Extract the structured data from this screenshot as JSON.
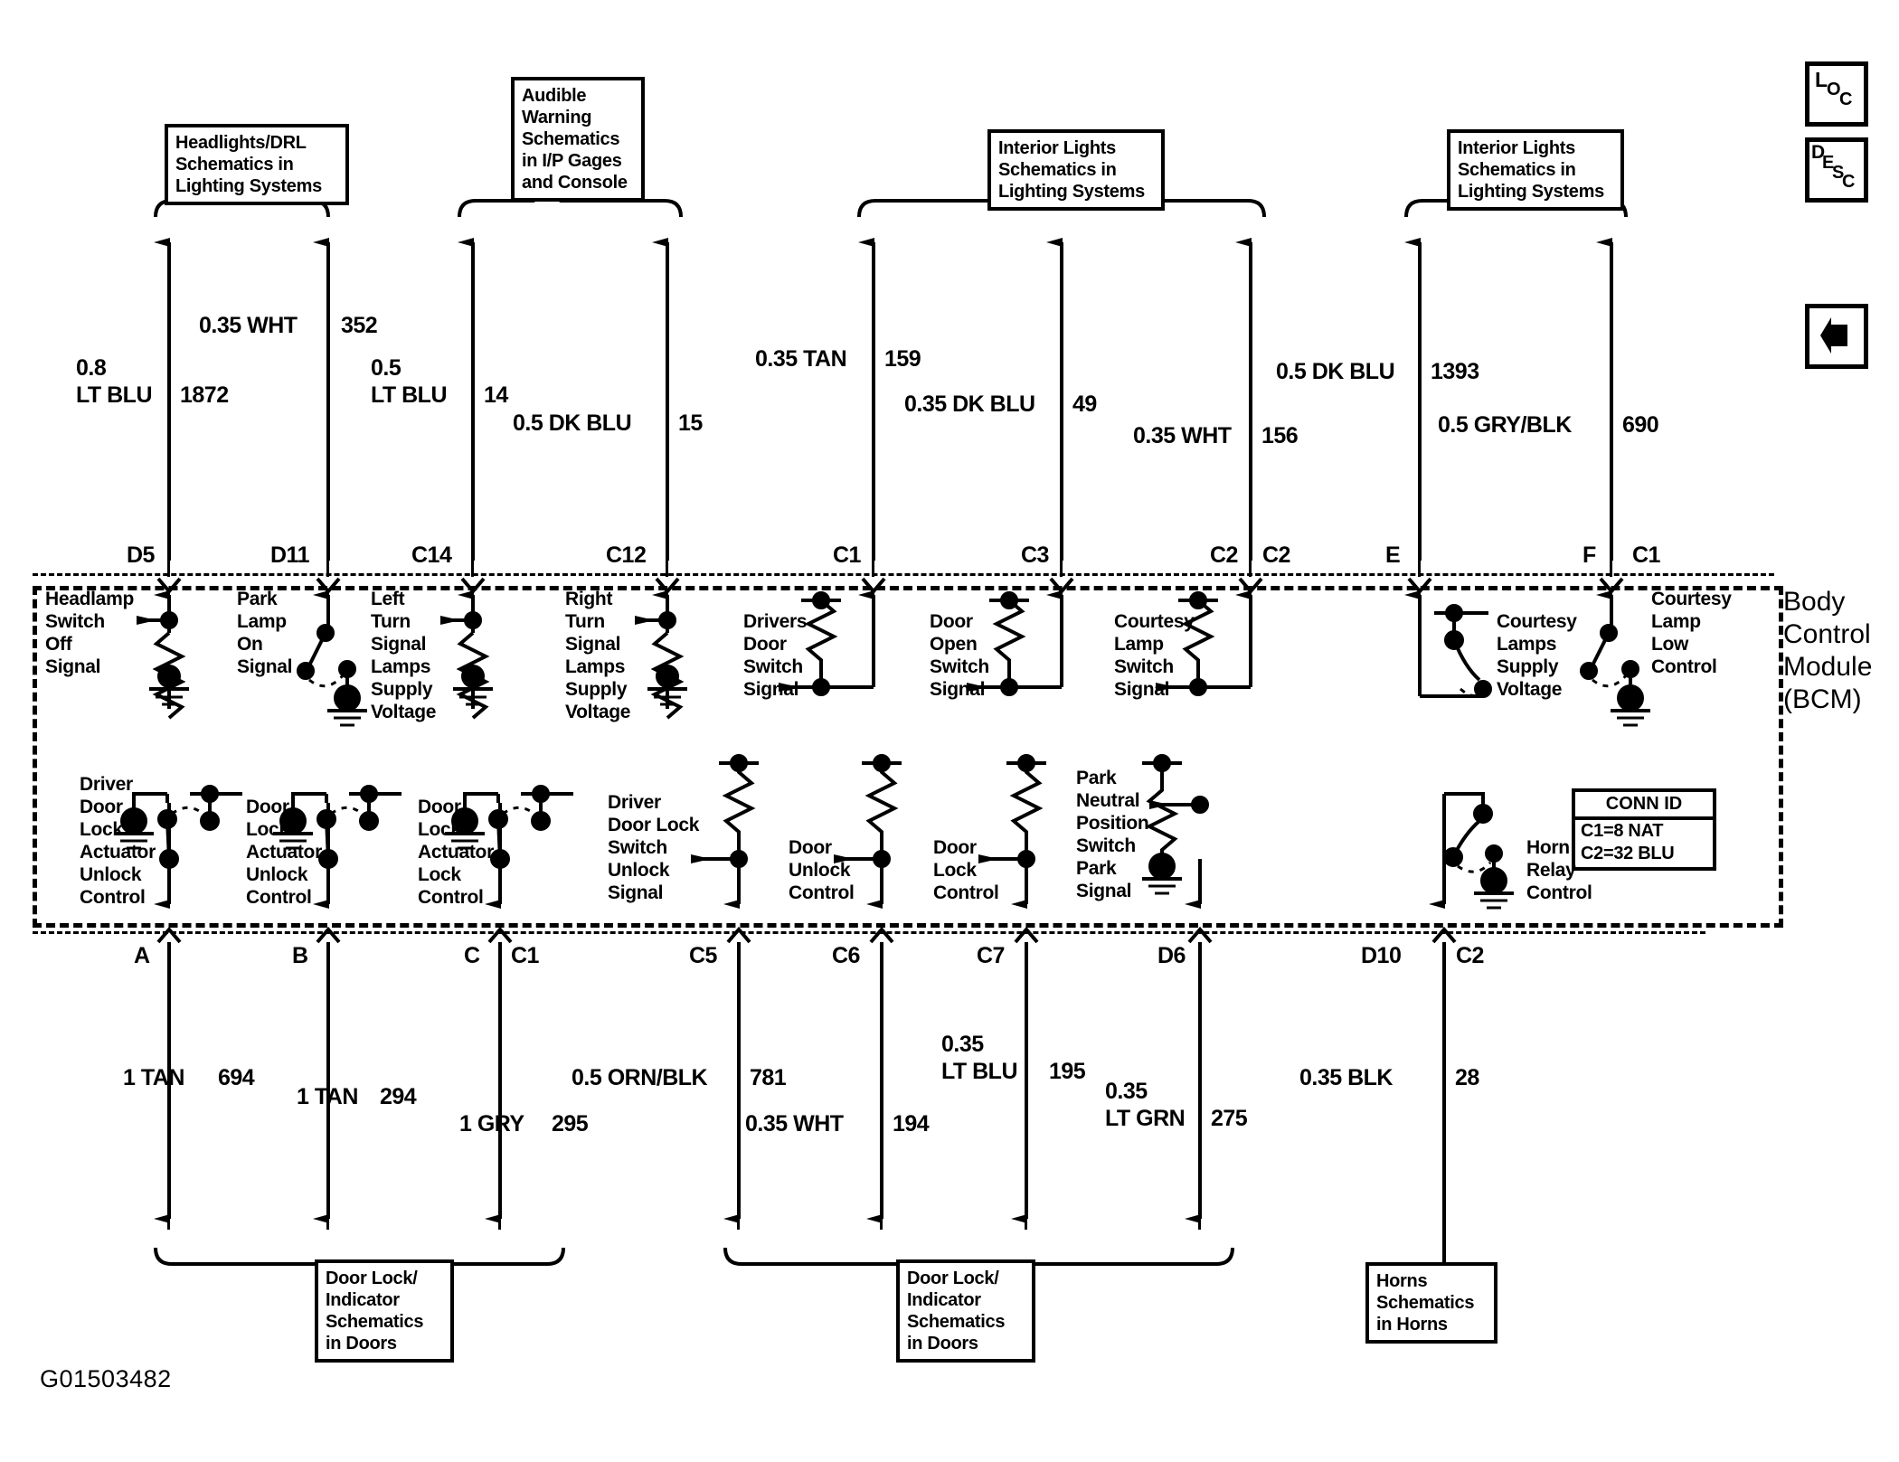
{
  "drawing": {
    "id": "G01503482",
    "module_label": "Body\nControl\nModule\n(BCM)"
  },
  "corner_buttons": [
    {
      "name": "loc-button",
      "label": "LOC",
      "letters": [
        "L",
        "O",
        "C"
      ]
    },
    {
      "name": "desc-button",
      "label": "DESC",
      "letters": [
        "D",
        "E",
        "S",
        "C"
      ]
    },
    {
      "name": "back-button",
      "label": "back-arrow",
      "letters": []
    }
  ],
  "conn_id": {
    "title": "CONN ID",
    "rows": [
      "C1=8 NAT",
      "C2=32 BLU"
    ]
  },
  "top_reference_boxes": [
    {
      "name": "headlights-drl-ref",
      "text": "Headlights/DRL\nSchematics in\nLighting Systems"
    },
    {
      "name": "audible-warning-ref",
      "text": "Audible\nWarning\nSchematics\nin I/P Gages\nand Console"
    },
    {
      "name": "interior-lights-ref-1",
      "text": "Interior Lights\nSchematics in\nLighting Systems"
    },
    {
      "name": "interior-lights-ref-2",
      "text": "Interior Lights\nSchematics in\nLighting Systems"
    }
  ],
  "bottom_reference_boxes": [
    {
      "name": "door-lock-indicator-ref-1",
      "text": "Door Lock/\nIndicator\nSchematics\nin Doors"
    },
    {
      "name": "door-lock-indicator-ref-2",
      "text": "Door Lock/\nIndicator\nSchematics\nin Doors"
    },
    {
      "name": "horns-ref",
      "text": "Horns\nSchematics\nin Horns"
    }
  ],
  "top_wires": [
    {
      "gauge_color": "0.8\nLT BLU",
      "circuit": "1872"
    },
    {
      "gauge_color": "0.35 WHT",
      "circuit": "352"
    },
    {
      "gauge_color": "0.5\nLT BLU",
      "circuit": "14"
    },
    {
      "gauge_color": "0.5 DK BLU",
      "circuit": "15"
    },
    {
      "gauge_color": "0.35 TAN",
      "circuit": "159"
    },
    {
      "gauge_color": "0.35 DK BLU",
      "circuit": "49"
    },
    {
      "gauge_color": "0.35 WHT",
      "circuit": "156"
    },
    {
      "gauge_color": "0.5 DK BLU",
      "circuit": "1393"
    },
    {
      "gauge_color": "0.5 GRY/BLK",
      "circuit": "690"
    }
  ],
  "bottom_wires": [
    {
      "gauge_color": "1 TAN",
      "circuit": "694"
    },
    {
      "gauge_color": "1 TAN",
      "circuit": "294"
    },
    {
      "gauge_color": "1 GRY",
      "circuit": "295"
    },
    {
      "gauge_color": "0.5 ORN/BLK",
      "circuit": "781"
    },
    {
      "gauge_color": "0.35 WHT",
      "circuit": "194"
    },
    {
      "gauge_color": "0.35\nLT BLU",
      "circuit": "195"
    },
    {
      "gauge_color": "0.35\nLT GRN",
      "circuit": "275"
    },
    {
      "gauge_color": "0.35 BLK",
      "circuit": "28"
    }
  ],
  "top_pins": [
    "D5",
    "D11",
    "C14",
    "C12",
    "C1",
    "C3",
    "C2",
    "C2",
    "E",
    "F",
    "C1"
  ],
  "bottom_pins": [
    "A",
    "B",
    "C",
    "C1",
    "C5",
    "C6",
    "C7",
    "D6",
    "D10",
    "C2"
  ],
  "top_signals": [
    {
      "name": "headlamp-switch-off-signal",
      "text": "Headlamp\nSwitch\nOff\nSignal"
    },
    {
      "name": "park-lamp-on-signal",
      "text": "Park\nLamp\nOn\nSignal"
    },
    {
      "name": "left-turn-signal-lamps-supply-voltage",
      "text": "Left\nTurn\nSignal\nLamps\nSupply\nVoltage"
    },
    {
      "name": "right-turn-signal-lamps-supply-voltage",
      "text": "Right\nTurn\nSignal\nLamps\nSupply\nVoltage"
    },
    {
      "name": "drivers-door-switch-signal",
      "text": "Drivers\nDoor\nSwitch\nSignal"
    },
    {
      "name": "door-open-switch-signal",
      "text": "Door\nOpen\nSwitch\nSignal"
    },
    {
      "name": "courtesy-lamp-switch-signal",
      "text": "Courtesy\nLamp\nSwitch\nSignal"
    },
    {
      "name": "courtesy-lamps-supply-voltage",
      "text": "Courtesy\nLamps\nSupply\nVoltage"
    },
    {
      "name": "courtesy-lamp-low-control",
      "text": "Courtesy\nLamp\nLow\nControl"
    }
  ],
  "bottom_signals": [
    {
      "name": "driver-door-lock-actuator-unlock-control",
      "text": "Driver\nDoor\nLock\nActuator\nUnlock\nControl"
    },
    {
      "name": "door-lock-actuator-unlock-control",
      "text": "Door\nLock\nActuator\nUnlock\nControl"
    },
    {
      "name": "door-lock-actuator-lock-control",
      "text": "Door\nLock\nActuator\nLock\nControl"
    },
    {
      "name": "driver-door-lock-switch-unlock-signal",
      "text": "Driver\nDoor Lock\nSwitch\nUnlock\nSignal"
    },
    {
      "name": "door-unlock-control",
      "text": "Door\nUnlock\nControl"
    },
    {
      "name": "door-lock-control",
      "text": "Door\nLock\nControl"
    },
    {
      "name": "park-neutral-position-switch-park-signal",
      "text": "Park\nNeutral\nPosition\nSwitch\nPark\nSignal"
    },
    {
      "name": "horn-relay-control",
      "text": "Horn\nRelay\nControl"
    }
  ],
  "colors": {
    "ink": "#000000",
    "paper": "#ffffff"
  }
}
